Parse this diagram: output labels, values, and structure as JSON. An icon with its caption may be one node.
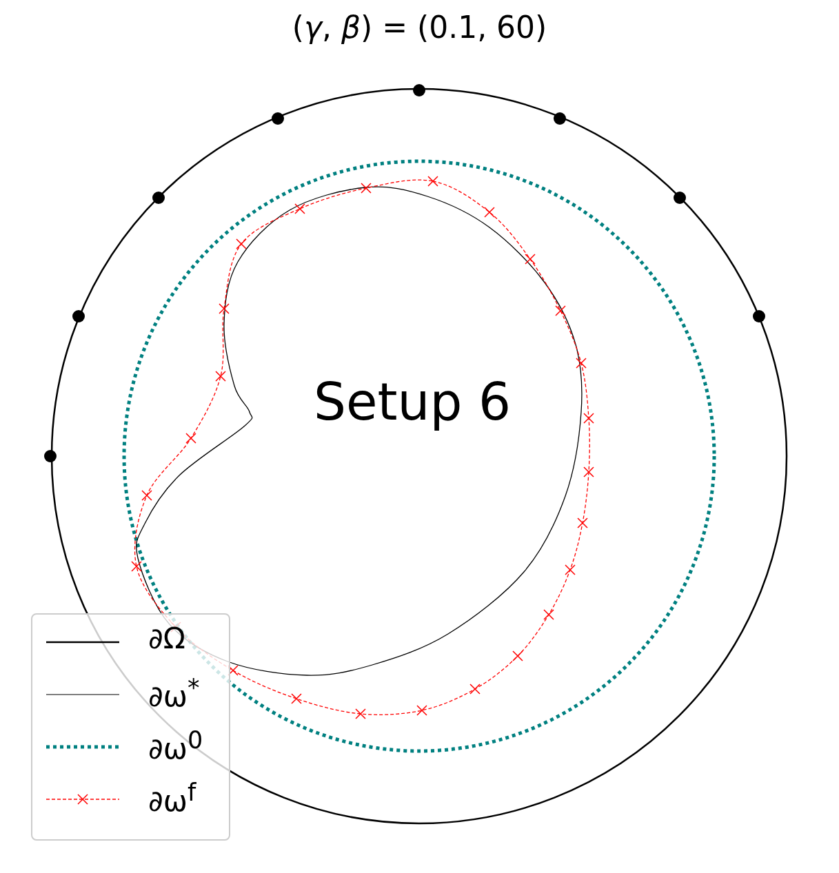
{
  "diagram": {
    "title": "(*γ*, *β*) = (0.1, 60)",
    "labels": [
      "Setup 6"
    ],
    "legend": [
      {
        "text": "∂Ω"
      },
      {
        "text": "∂ω$^{*}$"
      },
      {
        "text": "∂ω$^{0}$"
      },
      {
        "text": "∂ω$^{f}$"
      }
    ]
  }
}
